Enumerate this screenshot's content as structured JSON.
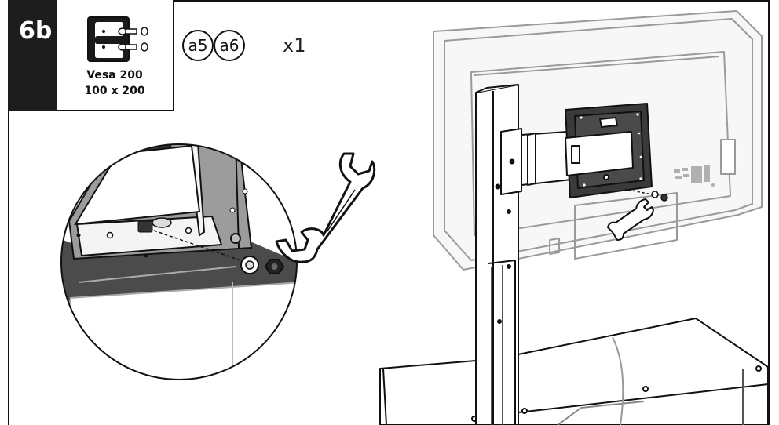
{
  "step": {
    "number": "6b"
  },
  "vesa": {
    "line1": "Vesa  200",
    "line2": "100 x 200"
  },
  "parts": {
    "items": [
      "a5",
      "a6"
    ],
    "quantity": "x1"
  },
  "icons": [
    "wall-plate-icon",
    "bolt-icon",
    "washer-icon",
    "nut-icon",
    "wrench-icon"
  ]
}
